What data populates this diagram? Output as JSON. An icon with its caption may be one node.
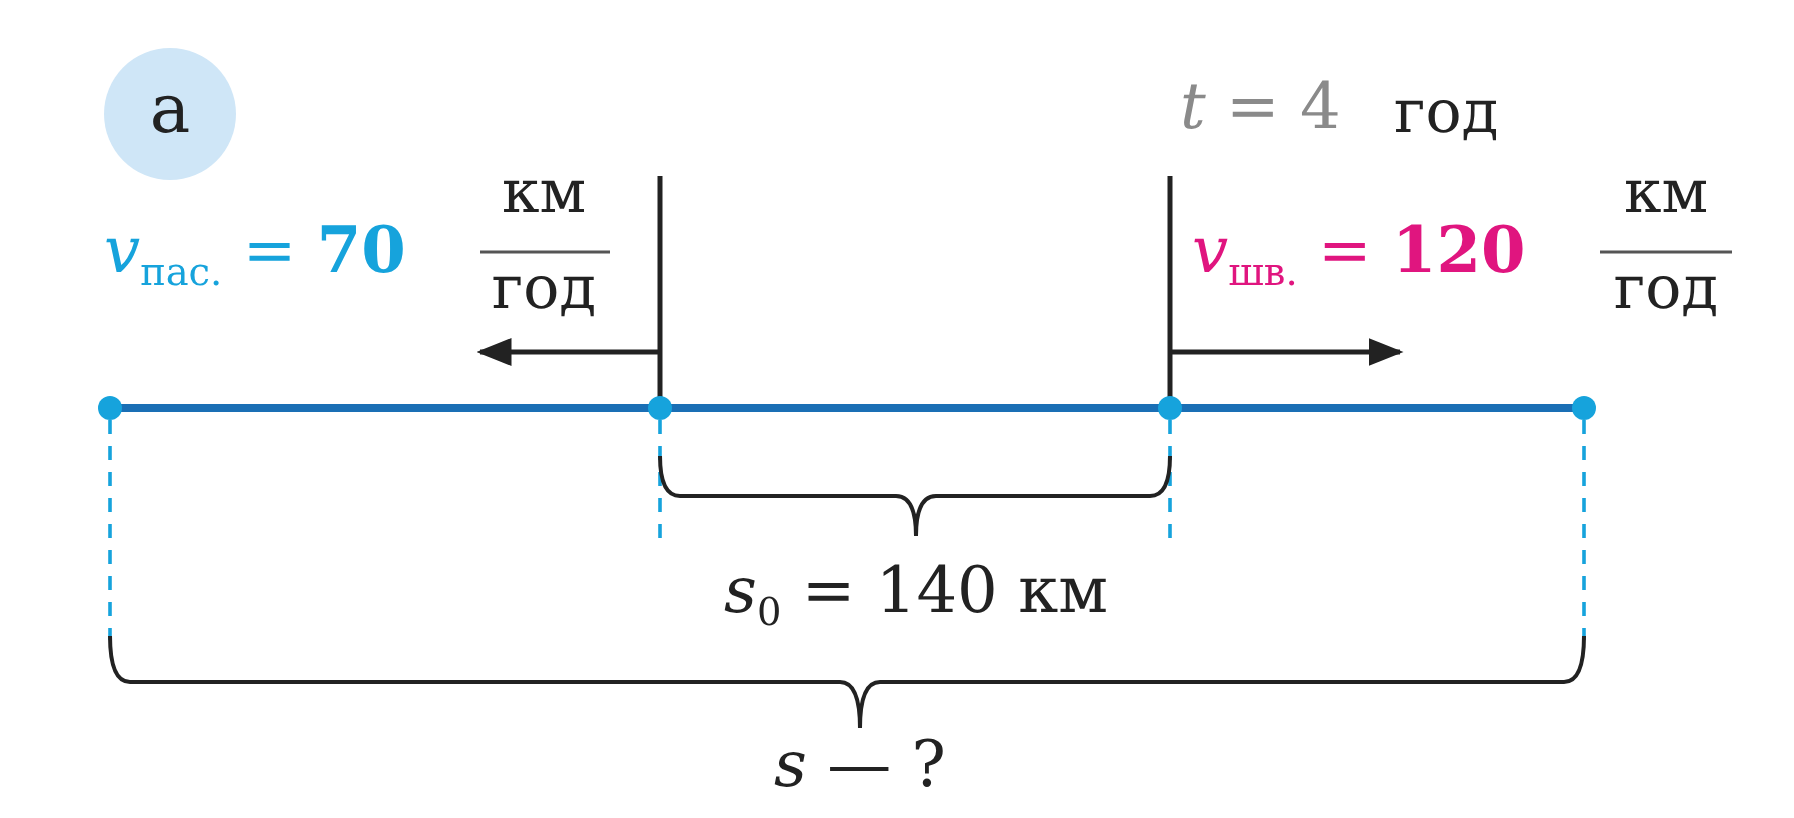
{
  "diagram": {
    "nodes": [
      {
        "text": [
          "а"
        ]
      }
    ],
    "labels": [
      "*t* = 4",
      "год",
      "*v*$_{пас.}$ = **70**",
      "км",
      "год",
      "*v*$_{шв.}$ = **120**",
      "км",
      "год",
      "*s*$_{0}$ = 140 км",
      "*s* — ?"
    ]
  }
}
